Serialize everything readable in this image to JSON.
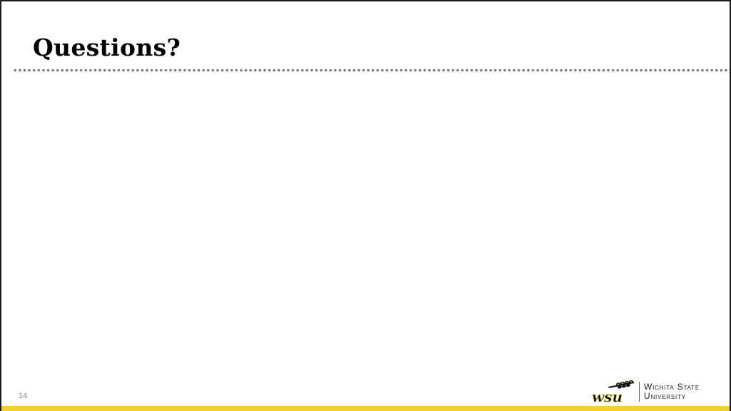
{
  "slide": {
    "title": "Questions?",
    "page_number": "14"
  },
  "logo": {
    "line1": "Wichita State",
    "line2": "University",
    "mark_text": "wsu",
    "icon": "wheat-shocker-icon"
  },
  "colors": {
    "accent_yellow": "#f2cf2e",
    "dots": "#7a7a7a",
    "title": "#000000",
    "logo_black": "#111111"
  }
}
